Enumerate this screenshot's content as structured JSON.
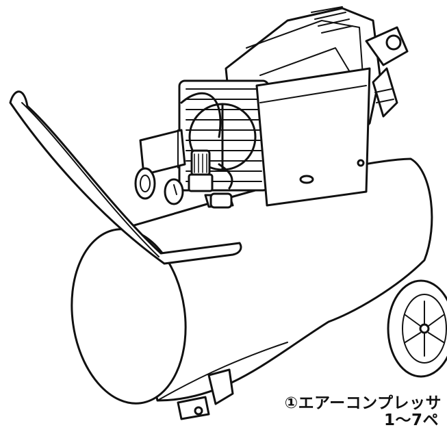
{
  "caption": {
    "title": "①エアーコンプレッサ",
    "pages": "1～7ペ"
  },
  "illustration": {
    "subject": "air-compressor",
    "stroke_color": "#111111",
    "fill_color": "#ffffff"
  }
}
